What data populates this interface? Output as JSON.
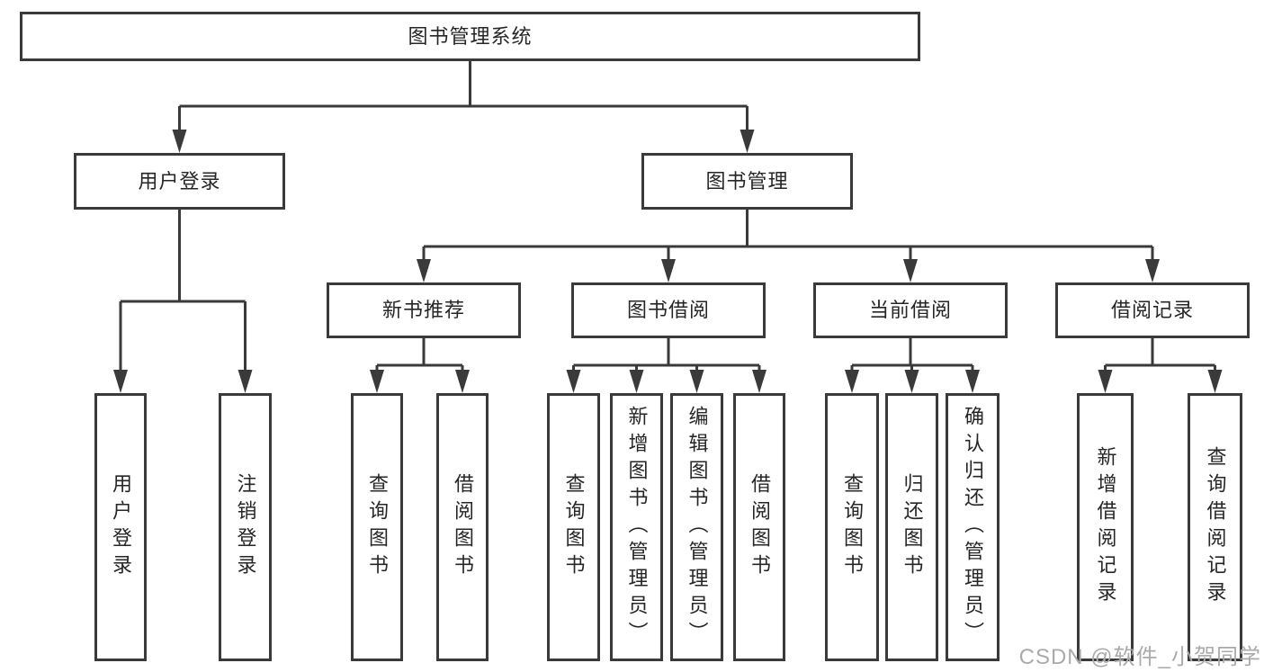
{
  "diagram": {
    "root": {
      "label": "图书管理系统"
    },
    "level2": [
      {
        "label": "用户登录",
        "children": [
          {
            "label": "用户登录"
          },
          {
            "label": "注销登录"
          }
        ]
      },
      {
        "label": "图书管理",
        "children": [
          {
            "label": "新书推荐",
            "children": [
              {
                "label": "查询图书"
              },
              {
                "label": "借阅图书"
              }
            ]
          },
          {
            "label": "图书借阅",
            "children": [
              {
                "label": "查询图书"
              },
              {
                "label": "新增图书（管理员）"
              },
              {
                "label": "编辑图书（管理员）"
              },
              {
                "label": "借阅图书"
              }
            ]
          },
          {
            "label": "当前借阅",
            "children": [
              {
                "label": "查询图书"
              },
              {
                "label": "归还图书"
              },
              {
                "label": "确认归还（管理员）"
              }
            ]
          },
          {
            "label": "借阅记录",
            "children": [
              {
                "label": "新增借阅记录"
              },
              {
                "label": "查询借阅记录"
              }
            ]
          }
        ]
      }
    ]
  },
  "watermark": {
    "text": "CSDN @软件_小贺同学"
  },
  "colors": {
    "line": "#3a3a3a",
    "box_border": "#3a3a3a",
    "text": "#262626",
    "watermark": "#aaaaaa",
    "background": "#ffffff"
  }
}
